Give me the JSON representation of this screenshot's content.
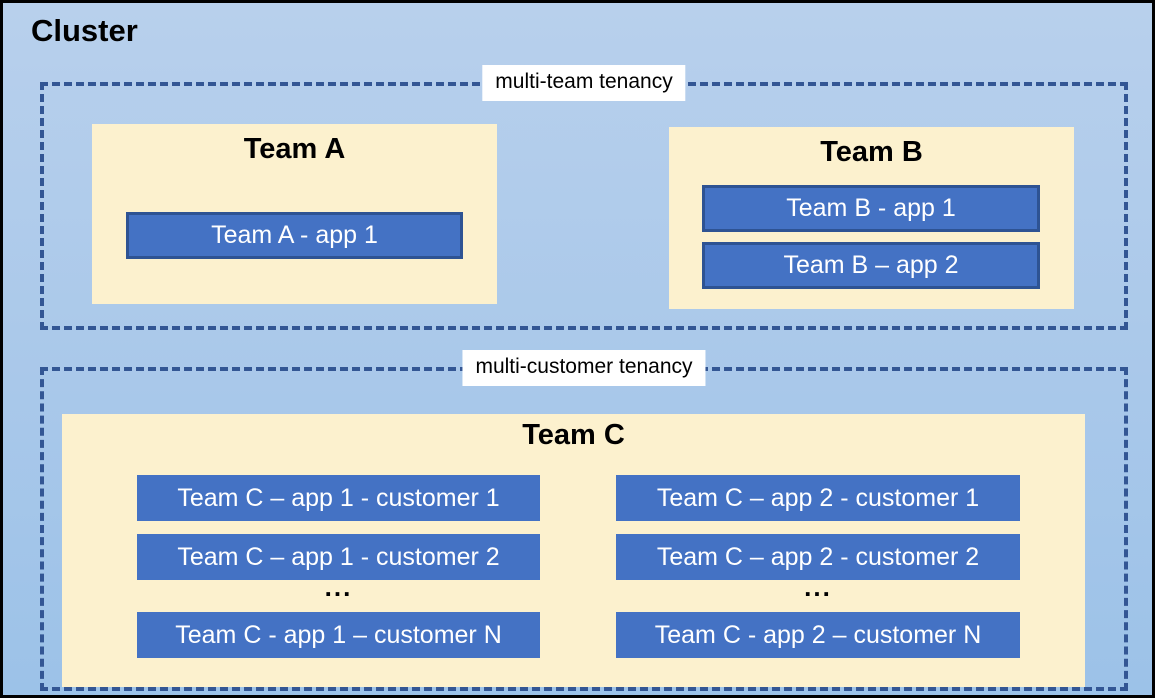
{
  "cluster": {
    "title": "Cluster"
  },
  "multi_team": {
    "label": "multi-team tenancy",
    "team_a": {
      "title": "Team A",
      "apps": [
        "Team A - app 1"
      ]
    },
    "team_b": {
      "title": "Team B",
      "apps": [
        "Team B - app 1",
        "Team B – app 2"
      ]
    }
  },
  "multi_customer": {
    "label": "multi-customer tenancy",
    "team_c": {
      "title": "Team C",
      "app1_column": [
        "Team C – app 1 - customer 1",
        "Team C – app 1 - customer 2",
        "...",
        "Team C - app 1 – customer N"
      ],
      "app2_column": [
        "Team C – app 2 - customer 1",
        "Team C – app 2 - customer 2",
        "...",
        "Team C - app 2 – customer N"
      ]
    }
  },
  "colors": {
    "canvas_top": "#B8D0EC",
    "canvas_bottom": "#9CC2E8",
    "panel": "#FCF1CE",
    "app_fill": "#4472C4",
    "app_border": "#2E5393",
    "app_text": "#FFFFFF",
    "dashed_border": "#335694",
    "outer_border": "#000000",
    "label_bg": "#FFFFFF",
    "text": "#000000"
  }
}
